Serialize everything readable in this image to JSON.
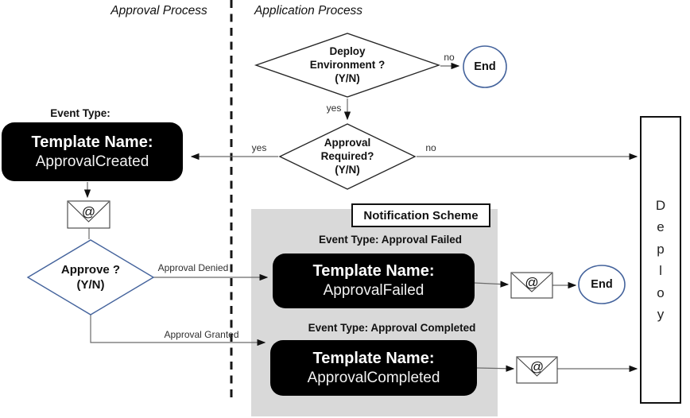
{
  "colors": {
    "node_black": "#000000",
    "gray_panel": "#d9d9d9",
    "accent_blue": "#44639c"
  },
  "lanes": {
    "left_title": "Approval Process",
    "right_title": "Application Process"
  },
  "decisions": {
    "deploy_environment": {
      "lines": [
        "Deploy",
        "Environment ?",
        "(Y/N)"
      ]
    },
    "approval_required": {
      "lines": [
        "Approval",
        "Required?",
        "(Y/N)"
      ]
    },
    "approve": {
      "lines": [
        "Approve ?",
        "(Y/N)"
      ]
    }
  },
  "edge_labels": {
    "deploy_no": "no",
    "deploy_yes": "yes",
    "required_yes": "yes",
    "required_no": "no",
    "approval_denied": "Approval Denied",
    "approval_granted": "Approval Granted"
  },
  "templates": {
    "created": {
      "event_type": "Event Type:",
      "title": "Template Name:",
      "name": "ApprovalCreated"
    },
    "failed": {
      "event_type": "Event Type: Approval Failed",
      "title": "Template Name:",
      "name": "ApprovalFailed"
    },
    "completed": {
      "event_type": "Event Type: Approval Completed",
      "title": "Template Name:",
      "name": "ApprovalCompleted"
    }
  },
  "notification_scheme_title": "Notification Scheme",
  "terminators": {
    "end_top": "End",
    "end_mid": "End"
  },
  "deploy": {
    "letters": [
      "D",
      "e",
      "p",
      "l",
      "o",
      "y"
    ]
  },
  "icons": {
    "at_symbol": "@"
  }
}
